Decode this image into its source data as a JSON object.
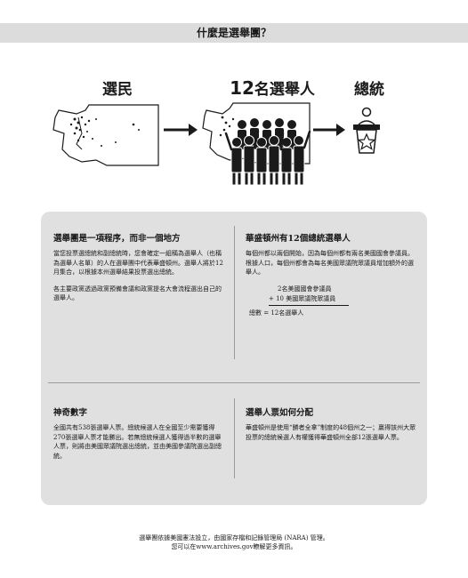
{
  "title": "什麼是選舉團？",
  "flow": {
    "voters": "選民",
    "electors_num": "12",
    "electors_text": "名選舉人",
    "president": "總統"
  },
  "icons": [
    "washington-state-map-icon",
    "arrow-right-icon",
    "electors-group-icon",
    "podium-star-icon"
  ],
  "sections": {
    "process": {
      "heading": "選舉團是一項程序，而非一個地方",
      "body1": "當您投票選總統和副總統時，您會確定一組稱為選舉人（也稱為選舉人名單）的人在選舉團中代表華盛頓州。選舉人將於12月集合，以根據本州選舉結果投票選出總統。",
      "body2": "各主要政黨透過政黨預備會議和政黨提名大會流程選出自己的選舉人。"
    },
    "electors": {
      "heading": "華盛頓州有12個總統選舉人",
      "body": "每個州都以兩個開始，因為每個州都有兩名美國國會參議員。根據人口，每個州都會為每名美國眾議院眾議員增加額外的選舉人。",
      "calc_line1": "2名美國國會參議員",
      "calc_line2": "+ 10 美國眾議院眾議員",
      "calc_total": "總數 = 12名選舉人"
    },
    "magic": {
      "heading": "神奇數字",
      "body": "全國共有538張選舉人票。總統候選人在全國至少需要獲得270張選舉人票才能勝出。若無總統候選人獲得過半數的選舉人票，則將由美國眾議院選出總統，並由美國參議院選出副總統。"
    },
    "allocation": {
      "heading": "選舉人票如何分配",
      "body": "華盛頓州是使用“勝者全拿”制度的48個州之一；贏得該州大眾投票的總統候選人有權獲得華盛頓州全部12張選舉人票。"
    }
  },
  "footer": {
    "line1": "選舉團依據美國憲法設立，由國家存檔和記錄管理局 (NARA) 管理。",
    "line2": "您可以在www.archives.gov瞭解更多資訊。"
  }
}
